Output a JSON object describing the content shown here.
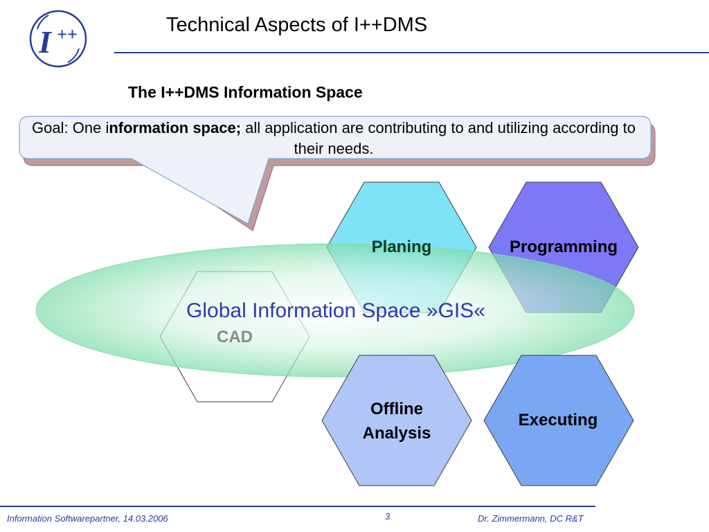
{
  "header": {
    "title": "Technical Aspects of I++DMS",
    "logo_text": "I++"
  },
  "slide": {
    "subtitle": "The I++DMS Information Space",
    "callout": {
      "prefix": "Goal: One i",
      "bold": "nformation space;",
      "suffix": " all application are contributing to and utilizing according to their needs."
    }
  },
  "diagram": {
    "center_label": "Global Information Space »GIS«",
    "nodes": [
      {
        "id": "planing",
        "label": "Planing",
        "color": "#7ee3f7"
      },
      {
        "id": "programming",
        "label": "Programming",
        "color": "#7d78f5"
      },
      {
        "id": "cad",
        "label": "CAD",
        "color": "#ffffff"
      },
      {
        "id": "offline",
        "label_line1": "Offline",
        "label_line2": "Analysis",
        "color": "#b0c6f7"
      },
      {
        "id": "executing",
        "label": "Executing",
        "color": "#7aa7f4"
      }
    ],
    "gis_color": "#7ddca8"
  },
  "footer": {
    "left": "Information Softwarepartner, 14.03.2006",
    "page": "3",
    "right": "Dr. Zimmermann, DC R&T"
  },
  "colors": {
    "accent": "#2a3a9a",
    "gis_text": "#2b3ca8"
  }
}
